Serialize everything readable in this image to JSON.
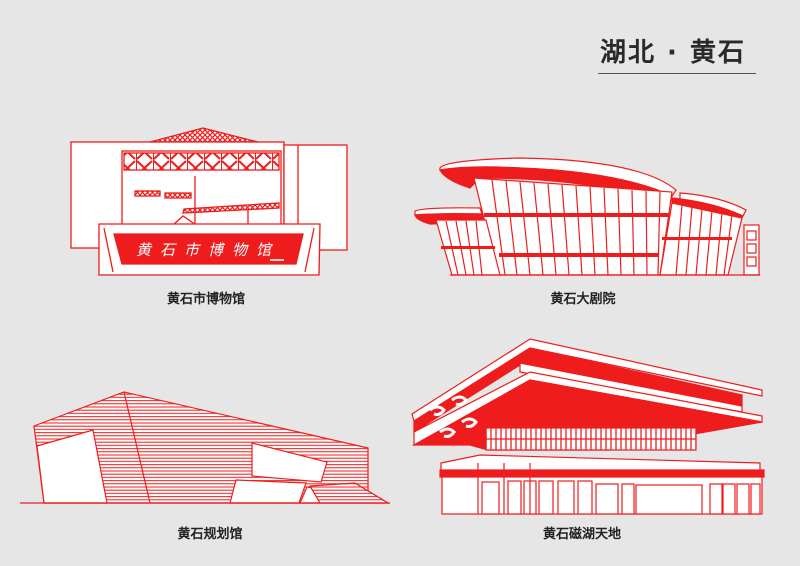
{
  "header": {
    "title": "湖北 · 黄石"
  },
  "colors": {
    "background": "#e6e6e6",
    "accent_red": "#ee1c1c",
    "fill_white": "#ffffff",
    "text_dark": "#222222"
  },
  "buildings": [
    {
      "id": "museum",
      "label": "黄石市博物馆",
      "sign_text": "黄石市博物馆"
    },
    {
      "id": "grand-theatre",
      "label": "黄石大剧院"
    },
    {
      "id": "planning-exhibition-hall",
      "label": "黄石规划馆"
    },
    {
      "id": "cihu-tiandi",
      "label": "黄石磁湖天地"
    }
  ]
}
